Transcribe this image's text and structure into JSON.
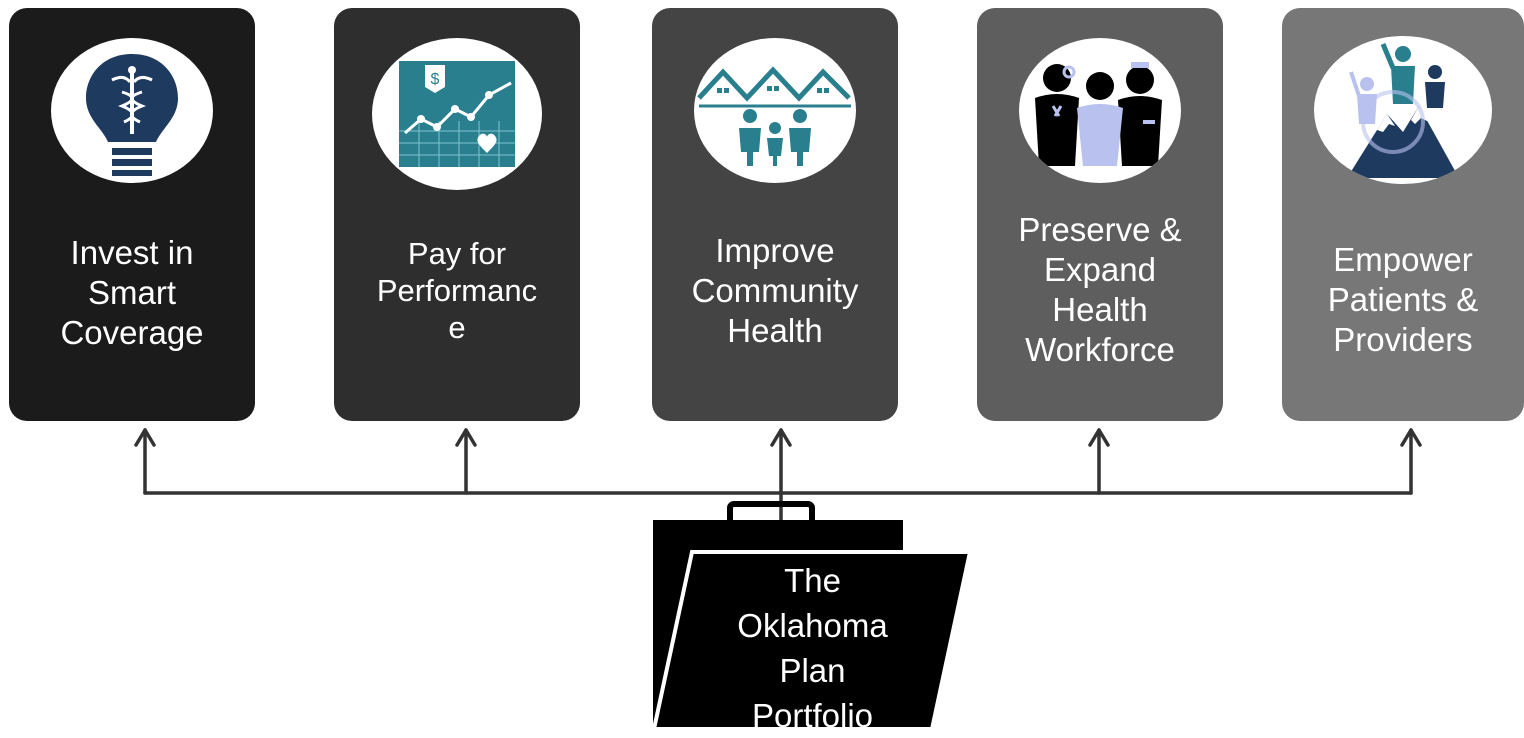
{
  "pillars": [
    {
      "label": "Invest in\nSmart\nCoverage",
      "icon": "caduceus-lightbulb-icon"
    },
    {
      "label": "Pay for\nPerformanc\ne",
      "icon": "value-chart-icon"
    },
    {
      "label": "Improve\nCommunity\nHealth",
      "icon": "community-houses-icon"
    },
    {
      "label": "Preserve &\nExpand\nHealth\nWorkforce",
      "icon": "health-workers-icon"
    },
    {
      "label": "Empower\nPatients &\nProviders",
      "icon": "mountain-summit-icon"
    }
  ],
  "portfolio": {
    "label": "The\nOklahoma\nPlan\nPortfolio",
    "icon": "folder-icon"
  },
  "colors": {
    "card_1": "#1b1b1b",
    "card_2": "#2e2e2e",
    "card_3": "#444444",
    "card_4": "#5e5e5e",
    "card_5": "#777777",
    "navy": "#1f3a5f",
    "teal": "#2a7f8f",
    "lavender": "#b9c2ee"
  }
}
